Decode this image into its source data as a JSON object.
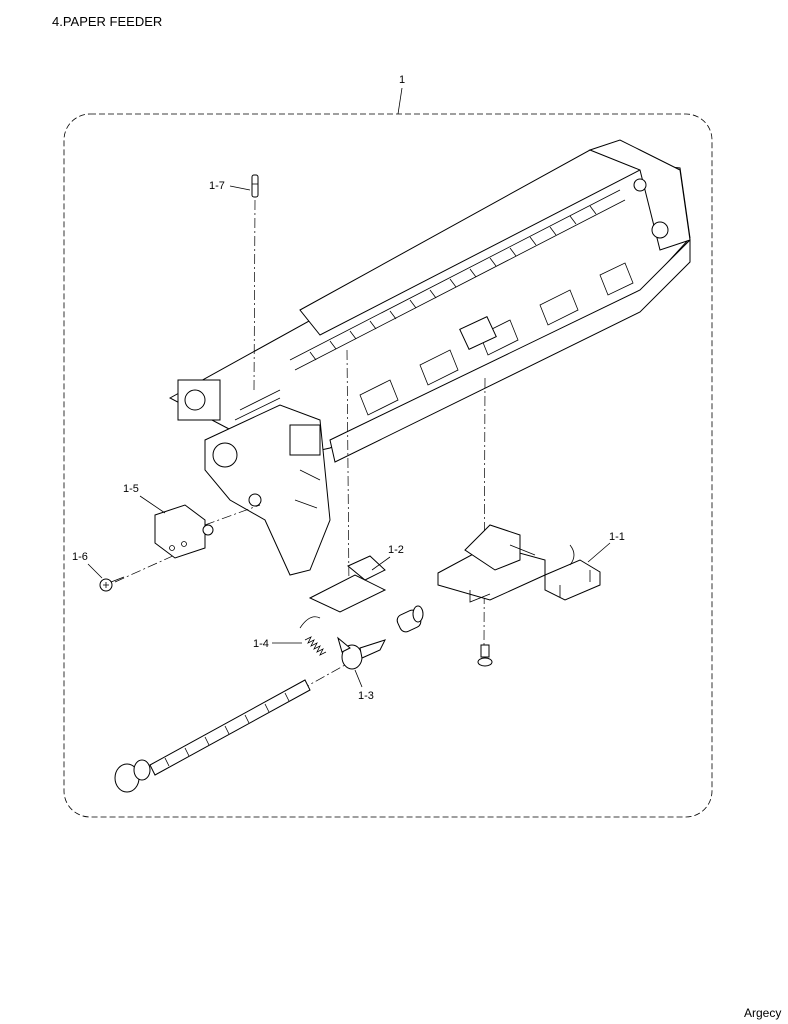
{
  "header": {
    "title": "4.PAPER FEEDER"
  },
  "footer": {
    "brand": "Argecy"
  },
  "callouts": {
    "assembly": "1",
    "p1_1": "1-1",
    "p1_2": "1-2",
    "p1_3": "1-3",
    "p1_4": "1-4",
    "p1_5": "1-5",
    "p1_6": "1-6",
    "p1_7": "1-7"
  }
}
